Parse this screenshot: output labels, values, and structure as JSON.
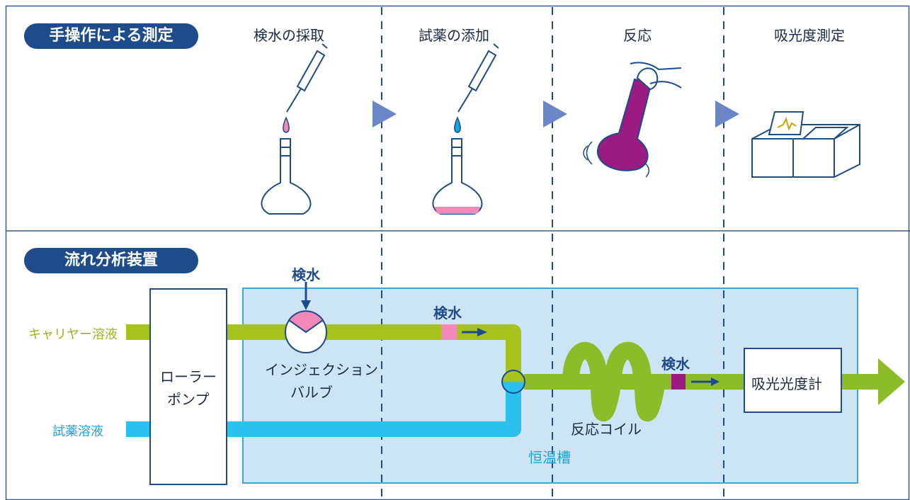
{
  "manual_section": {
    "badge": "手操作による測定",
    "steps": [
      "検水の採取",
      "試薬の添加",
      "反応",
      "吸光度測定"
    ]
  },
  "flow_section": {
    "badge": "流れ分析装置",
    "carrier_label": "キャリヤー溶液",
    "reagent_label": "試薬溶液",
    "pump_label_1": "ローラー",
    "pump_label_2": "ポンプ",
    "sample_in_label": "検水",
    "valve_label_1": "インジェクション",
    "valve_label_2": "バルブ",
    "sample_tube_label": "検水",
    "coil_label": "反応コイル",
    "sample_tube_label_2": "検水",
    "detector_label": "吸光光度計",
    "bath_label": "恒温槽"
  },
  "colors": {
    "navy": "#1e4b8a",
    "lime": "#a7c21e",
    "coil_green": "#8dbb2a",
    "cyan": "#2cc0ee",
    "pink": "#f089b5",
    "magenta": "#9b1b82",
    "bath_fill": "#cde4f5",
    "bath_border": "#3fa6d8"
  }
}
